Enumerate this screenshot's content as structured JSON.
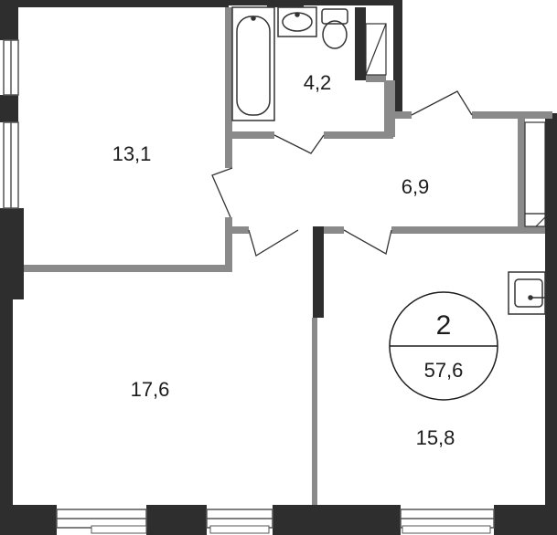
{
  "colors": {
    "wall_outer": "#2e2e2e",
    "wall_inner": "#8a8a8a",
    "line": "#333333",
    "background": "#ffffff"
  },
  "rooms": {
    "bedroom": "13,1",
    "bathroom": "4,2",
    "hallway": "6,9",
    "living_room": "17,6",
    "kitchen": "15,8"
  },
  "badge": {
    "rooms_count": "2",
    "total_area": "57,6"
  },
  "icons": {
    "bathtub": "bathtub-icon",
    "sink": "sink-icon",
    "toilet": "toilet-icon",
    "stove": "stove-icon"
  }
}
